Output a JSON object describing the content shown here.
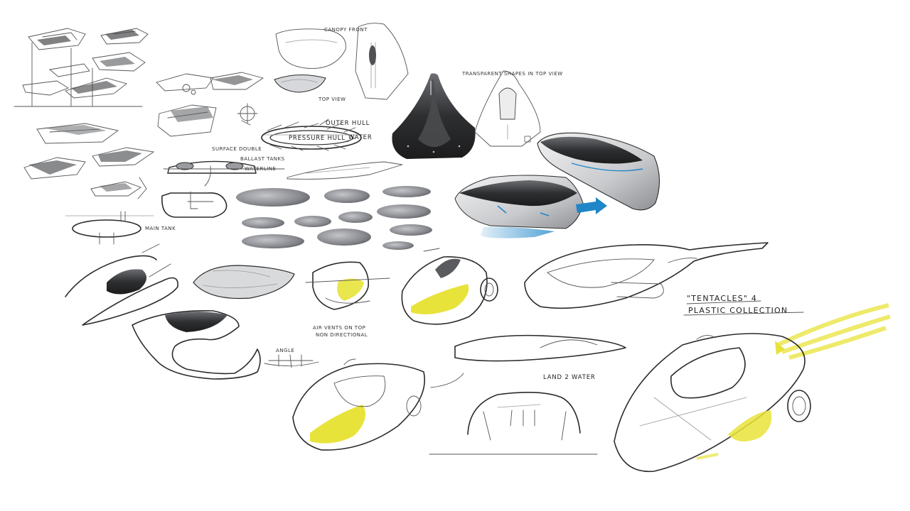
{
  "board": {
    "annotations": {
      "outer_hull": "OUTER HULL",
      "pressure_hull": "PRESSURE HULL",
      "water": "WATER",
      "surface_double": "SURFACE DOUBLE",
      "ballast_tanks": "BALLAST TANKS",
      "waterline": "WATERLINE",
      "main_tank": "MAIN TANK",
      "air_vents_line1": "AIR VENTS ON TOP",
      "air_vents_line2": "NON DIRECTIONAL",
      "angle": "ANGLE",
      "tentacles_line1": "\"TENTACLES\" 4",
      "tentacles_line2": "PLASTIC COLLECTION",
      "land_2_water": "LAND 2 WATER",
      "top_view": "TOP VIEW",
      "small_note_top": "CANOPY FRONT",
      "small_note_right": "TRANSPARENT SHAPES IN TOP VIEW"
    },
    "colors": {
      "ink": "#2b2b2b",
      "highlight_yellow": "#e8e33a",
      "accent_blue": "#1f86c8",
      "shade_dark": "#3a3a3c",
      "shade_mid": "#8a8c90",
      "shade_light": "#d6d7da"
    }
  }
}
